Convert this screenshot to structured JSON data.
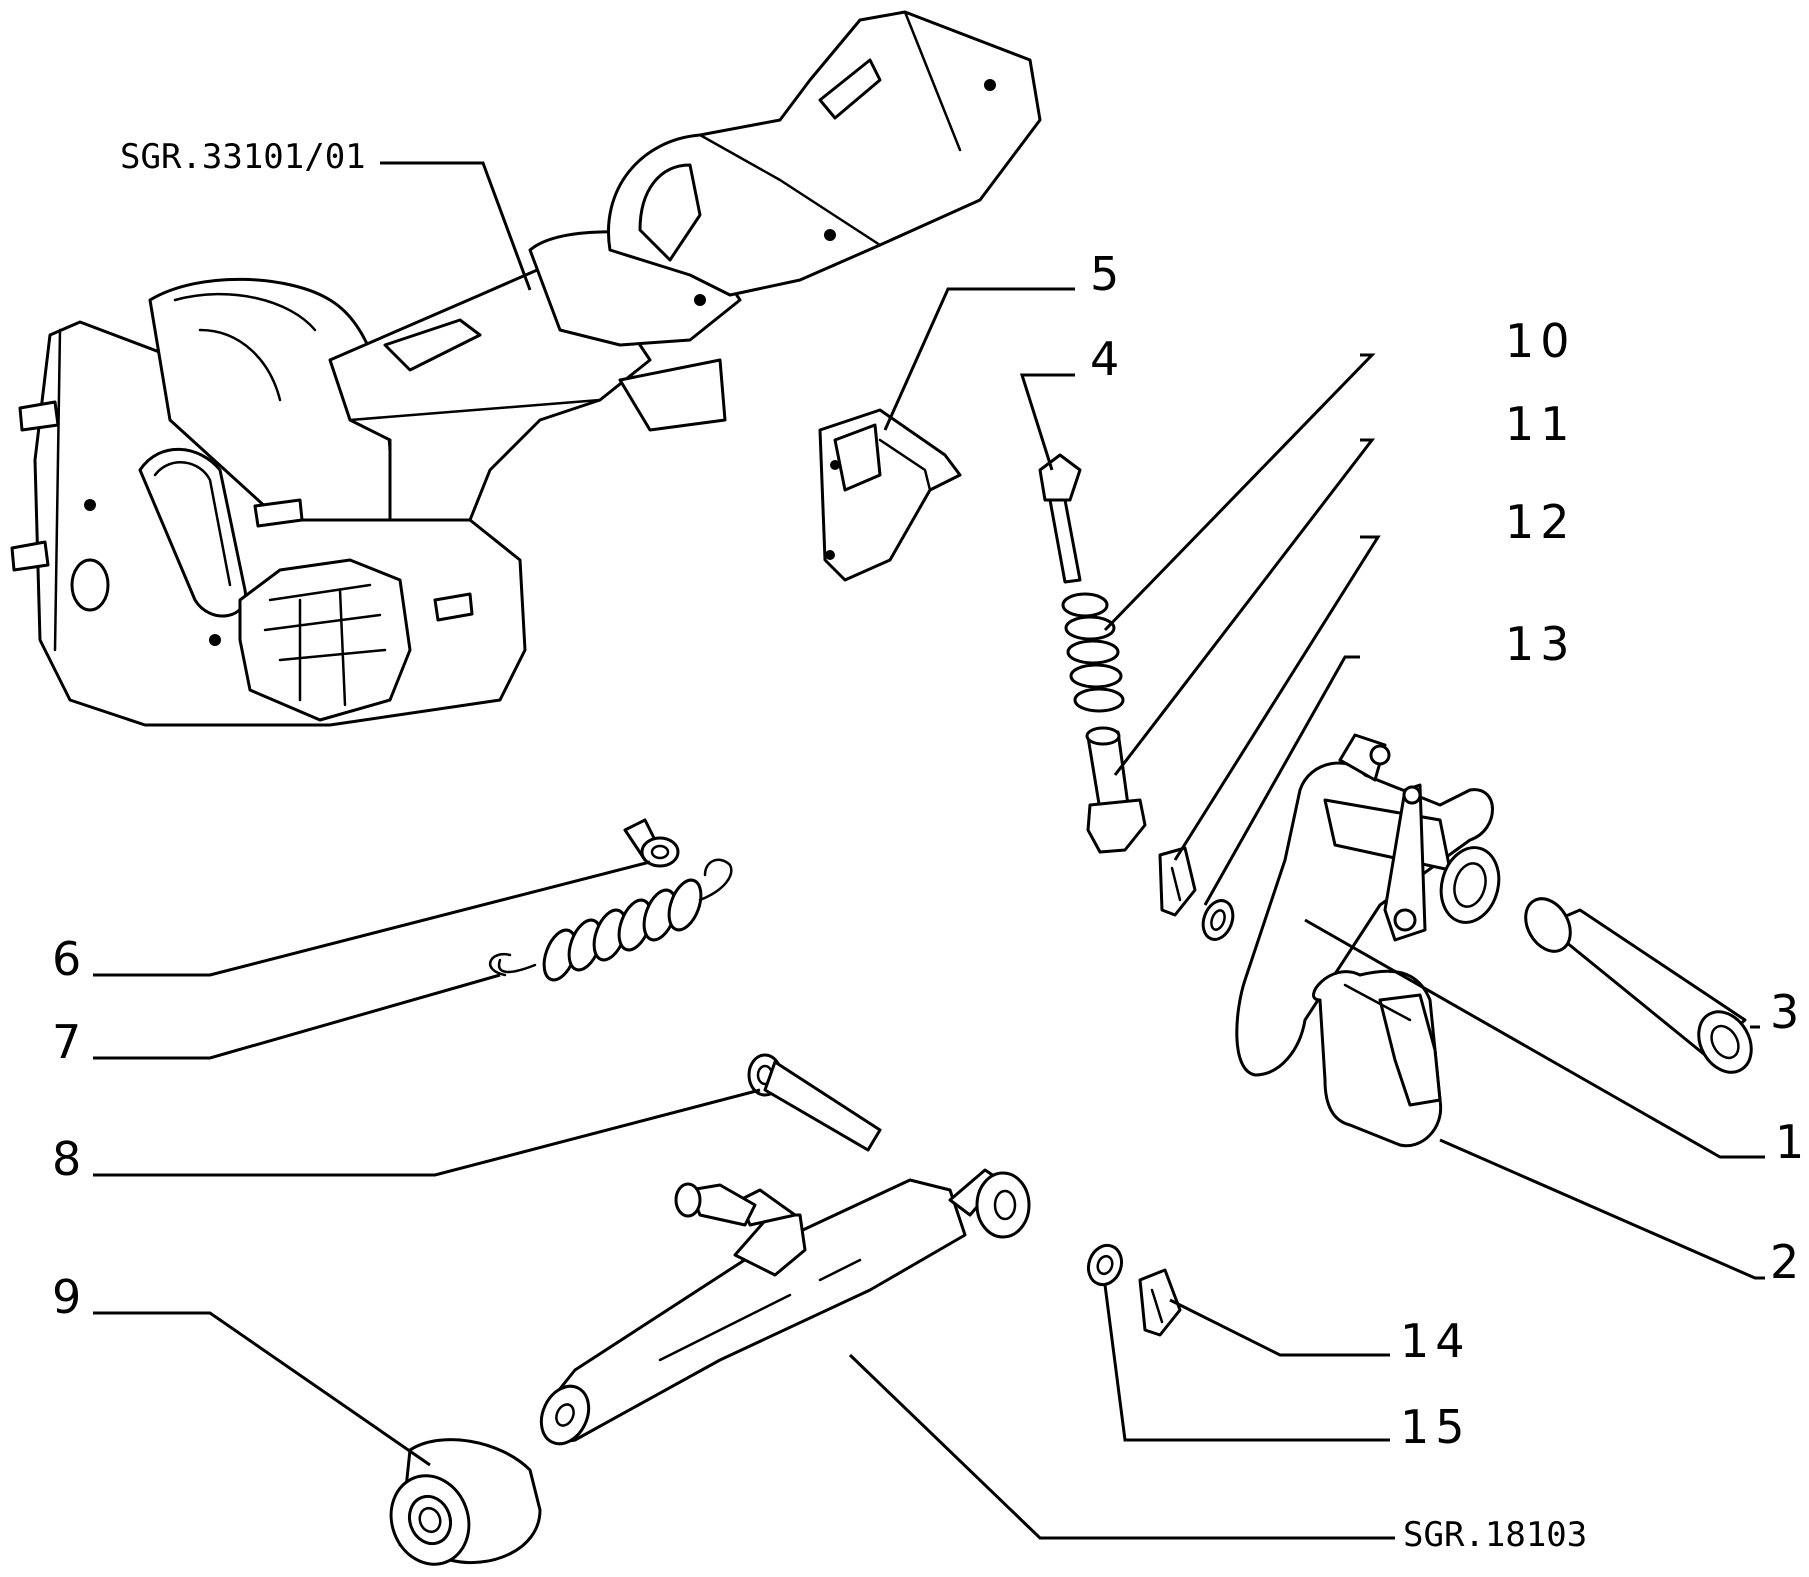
{
  "references": {
    "top": "SGR.33101/01",
    "bottom": "SGR.18103"
  },
  "callouts": [
    "1",
    "2",
    "3",
    "4",
    "5",
    "6",
    "7",
    "8",
    "9",
    "10",
    "11",
    "12",
    "13",
    "14",
    "15"
  ]
}
